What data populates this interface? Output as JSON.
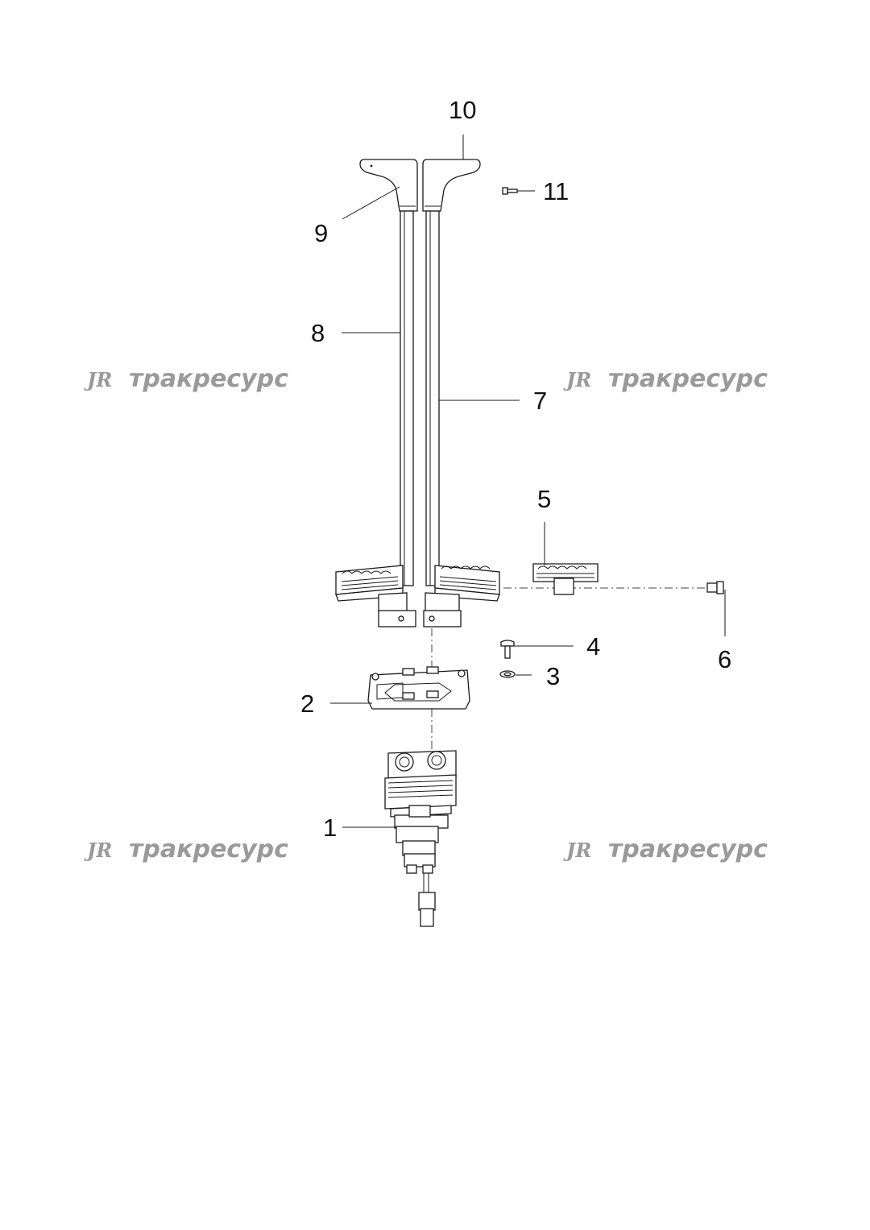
{
  "callouts": [
    {
      "label": "1"
    },
    {
      "label": "2"
    },
    {
      "label": "3"
    },
    {
      "label": "4"
    },
    {
      "label": "5"
    },
    {
      "label": "6"
    },
    {
      "label": "7"
    },
    {
      "label": "8"
    },
    {
      "label": "9"
    },
    {
      "label": "10"
    },
    {
      "label": "11"
    }
  ],
  "watermark": {
    "text": "тракресурс",
    "logo_icon": "tr-logo-icon"
  }
}
